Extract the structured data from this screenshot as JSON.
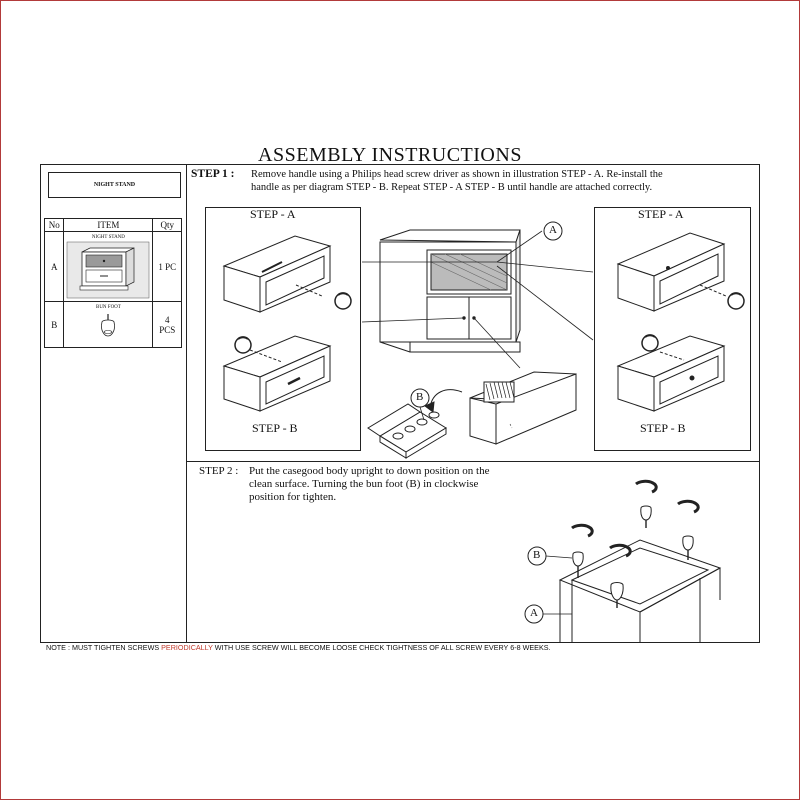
{
  "title": "ASSEMBLY  INSTRUCTIONS",
  "product_name": "NIGHT STAND",
  "items_table": {
    "headers": [
      "No",
      "ITEM",
      "Qty"
    ],
    "rows": [
      {
        "no": "A",
        "label": "NIGHT STAND",
        "qty": "1 PC"
      },
      {
        "no": "B",
        "label": "BUN FOOT",
        "qty_line1": "4",
        "qty_line2": "PCS"
      }
    ]
  },
  "step1": {
    "heading": "STEP 1 :",
    "text_line1": "Remove handle using a Philips head  screw driver as shown in illustration STEP - A. Re-install the",
    "text_line2": "handle  as per diagram STEP - B. Repeat STEP - A STEP - B until handle are attached correctly.",
    "left_step_a": "STEP - A",
    "left_step_b": "STEP - B",
    "right_step_a": "STEP - A",
    "right_step_b": "STEP - B",
    "callout_a": "A",
    "callout_b": "B"
  },
  "step2": {
    "heading": "STEP 2 :",
    "text_line1": "Put the casegood body upright to down position on the",
    "text_line2": "clean surface. Turning the bun foot (B) in clockwise",
    "text_line3": "position for tighten.",
    "callout_b": "B",
    "callout_a": "A"
  },
  "note": {
    "prefix": "NOTE : MUST TIGHTEN SCREWS ",
    "highlight": "PERIODICALLY",
    "suffix": " WITH USE SCREW WILL BECOME LOOSE CHECK TIGHTNESS OF ALL SCREW EVERY 6-8 WEEKS."
  },
  "colors": {
    "frame": "#b23a3a",
    "note_highlight": "#c0392b"
  }
}
